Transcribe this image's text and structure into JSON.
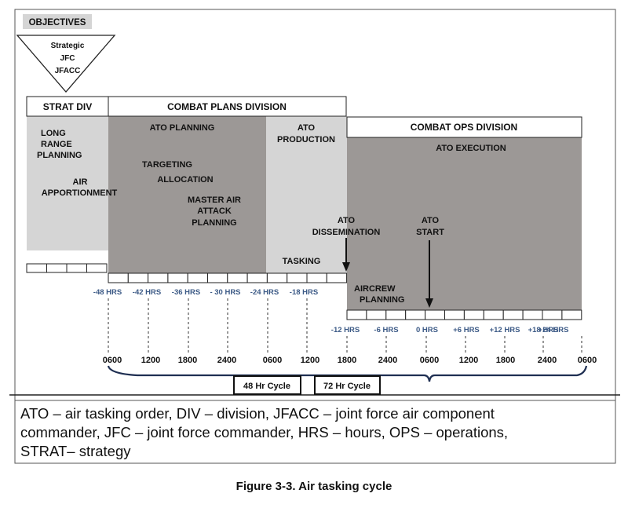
{
  "header": {
    "objectives": "OBJECTIVES"
  },
  "triangle": {
    "line1": "Strategic",
    "line2": "JFC",
    "line3": "JFACC"
  },
  "divisions": {
    "strat": "STRAT DIV",
    "combat_plans": "COMBAT PLANS DIVISION",
    "combat_ops": "COMBAT OPS DIVISION"
  },
  "phases": {
    "long_range": [
      "LONG",
      "RANGE",
      "PLANNING"
    ],
    "air_apportionment": [
      "AIR",
      "APPORTIONMENT"
    ],
    "ato_planning": "ATO PLANNING",
    "targeting": "TARGETING",
    "allocation": "ALLOCATION",
    "master_air": [
      "MASTER AIR",
      "ATTACK",
      "PLANNING"
    ],
    "ato_production": [
      "ATO",
      "PRODUCTION"
    ],
    "tasking": "TASKING",
    "ato_execution": "ATO EXECUTION",
    "ato_dissemination": [
      "ATO",
      "DISSEMINATION"
    ],
    "ato_start": [
      "ATO",
      "START"
    ],
    "aircrew_planning": [
      "AIRCREW",
      "PLANNING"
    ]
  },
  "ticks_upper": [
    "-48 HRS",
    "-42 HRS",
    "-36 HRS",
    "- 30 HRS",
    "-24 HRS",
    "-18 HRS"
  ],
  "ticks_lower": [
    "-12 HRS",
    "-6 HRS",
    "0 HRS",
    "+6 HRS",
    "+12 HRS",
    "+18 HRS",
    "+24 HRS"
  ],
  "times": [
    "0600",
    "1200",
    "1800",
    "2400",
    "0600",
    "1200",
    "1800",
    "2400",
    "0600",
    "1200",
    "1800",
    "2400",
    "0600"
  ],
  "cycles": {
    "c48": "48 Hr Cycle",
    "c72": "72 Hr Cycle"
  },
  "legend": [
    "ATO – air tasking order, DIV – division, JFACC – joint force air component",
    "commander, JFC – joint force commander, HRS – hours,  OPS – operations,",
    "STRAT– strategy"
  ],
  "caption": "Figure 3-3. Air tasking cycle",
  "colors": {
    "dark_fill": "#9c9896",
    "light_fill": "#d5d5d5",
    "tick_text": "#3c5a86"
  }
}
